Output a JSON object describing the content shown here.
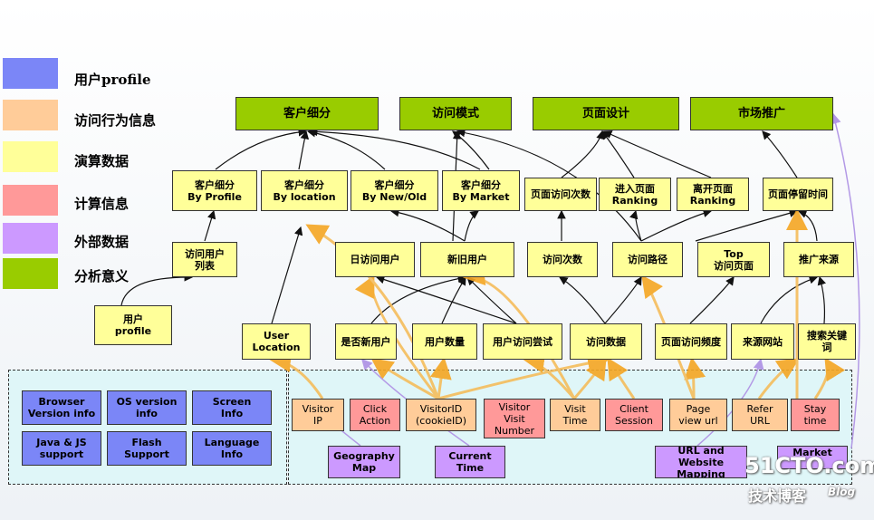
{
  "legend": [
    {
      "label": "用户profile",
      "color": "#7b86f7"
    },
    {
      "label": "访问行为信息",
      "color": "#ffcc99"
    },
    {
      "label": "演算数据",
      "color": "#ffff99"
    },
    {
      "label": "计算信息",
      "color": "#ff9999"
    },
    {
      "label": "外部数据",
      "color": "#cc99ff"
    },
    {
      "label": "分析意义",
      "color": "#99cc00"
    }
  ],
  "analysis": {
    "segment": "客户细分",
    "pattern": "访问模式",
    "page_design": "页面设计",
    "marketing": "市场推广"
  },
  "derived": {
    "seg_profile": "客户细分\nBy Profile",
    "seg_location": "客户细分\nBy location",
    "seg_newold": "客户细分\nBy New/Old",
    "seg_market": "客户细分\nBy Market",
    "page_visits": "页面访问次数",
    "entry_ranking": "进入页面\nRanking",
    "exit_ranking": "离开页面\nRanking",
    "dwell_time": "页面停留时间",
    "user_list": "访问用户\n列表",
    "daily_users": "日访问用户",
    "new_old_users": "新旧用户",
    "visit_count": "访问次数",
    "visit_path": "访问路径",
    "top_pages": "Top\n访问页面",
    "promo_source": "推广来源",
    "user_profile": "用户\nprofile",
    "user_location": "User\nLocation",
    "is_new_user": "是否新用户",
    "user_count": "用户数量",
    "user_attempts": "用户访问尝试",
    "visit_data": "访问数据",
    "page_freq": "页面访问频度",
    "source_site": "来源网站",
    "search_keyword": "搜索关键\n词"
  },
  "profile_items": {
    "browser": "Browser\nVersion info",
    "os": "OS version\ninfo",
    "screen": "Screen\nInfo",
    "java": "Java & JS\nsupport",
    "flash": "Flash\nSupport",
    "language": "Language\nInfo"
  },
  "raw": {
    "visitor_ip": "Visitor\nIP",
    "click_action": "Click\nAction",
    "visitor_id": "VisitorID\n(cookieID)",
    "visitor_visit_number": "Visitor\nVisit\nNumber",
    "visit_time": "Visit\nTime",
    "client_session": "Client\nSession",
    "page_view_url": "Page\nview url",
    "refer_url": "Refer\nURL",
    "stay_time": "Stay\ntime"
  },
  "external": {
    "geo_map": "Geography\nMap",
    "current_time": "Current\nTime",
    "url_mapping": "URL and Website\nMapping",
    "market": "Market"
  },
  "watermark": {
    "site": "51CTO.com",
    "sub": "技术博客",
    "blog": "Blog"
  }
}
